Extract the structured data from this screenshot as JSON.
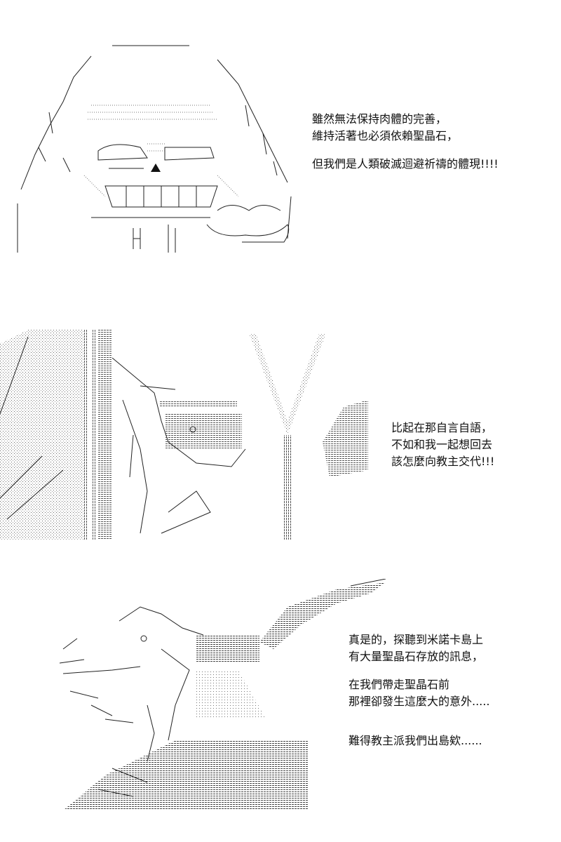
{
  "panels": [
    {
      "id": "panel-1",
      "caption_lines": [
        "雖然無法保持肉體的完善，",
        "維持活著也必須依賴聖晶石，",
        "",
        "但我們是人類破滅迴避祈禱的體現!!!!"
      ]
    },
    {
      "id": "panel-2",
      "caption_lines": [
        "比起在那自言自語，",
        "不如和我一起想回去",
        "該怎麼向教主交代!!!"
      ]
    },
    {
      "id": "panel-3",
      "caption_lines": [
        "真是的，探聽到米諾卡島上",
        "有大量聖晶石存放的訊息，",
        "",
        "在我們帶走聖晶石前",
        "那裡卻發生這麼大的意外.....",
        "",
        "",
        "難得教主派我們出島欸......"
      ]
    }
  ]
}
